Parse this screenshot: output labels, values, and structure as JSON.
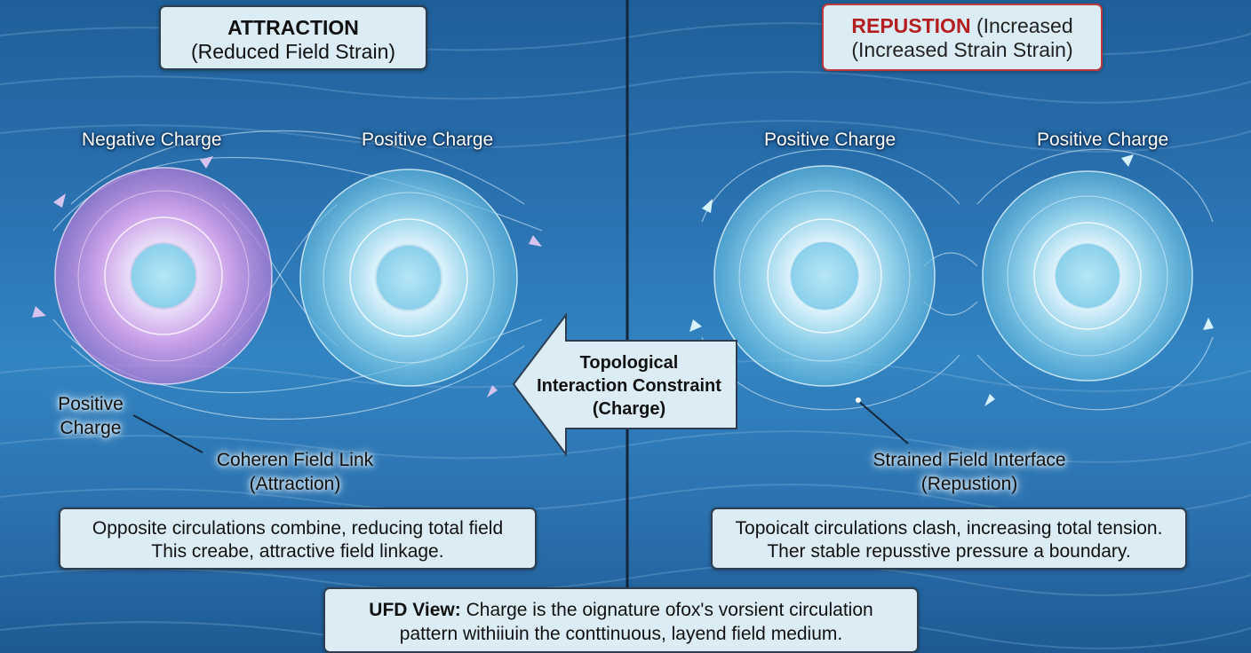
{
  "attraction": {
    "title": "ATTRACTION",
    "subtitle": "(Reduced Field Strain)",
    "left_label": "Negative Charge",
    "right_label": "Positive Charge",
    "side_label_1": "Positive",
    "side_label_2": "Charge",
    "link_label_1": "Coheren Field Link",
    "link_label_2": "(Attraction)",
    "desc_line1": "Opposite circulations combine, reducing total field",
    "desc_line2": "This creabe, attractive field linkage.",
    "left_color": "#c890e6",
    "right_color": "#8fd8ee"
  },
  "repulsion": {
    "title": "REPUSTION",
    "title_suffix": "(Increased",
    "subtitle": "(Increased Strain Strain)",
    "left_label": "Positive Charge",
    "right_label": "Positive Charge",
    "interface_label_1": "Strained Field Interface",
    "interface_label_2": "(Repustion)",
    "desc_line1": "Topoicalt circulations clash, increasing total tension.",
    "desc_line2": "Ther stable repusstive pressure a boundary.",
    "accent": "#b51e1e"
  },
  "arrow": {
    "line1": "Topological",
    "line2": "Interaction Constraint",
    "line3": "(Charge)"
  },
  "footer": {
    "bold": "UFD View:",
    "line1_rest": " Charge is the oignature ofox's vorsient circulation",
    "line2": "pattern withiiuin the conttinuous, layend field medium."
  }
}
